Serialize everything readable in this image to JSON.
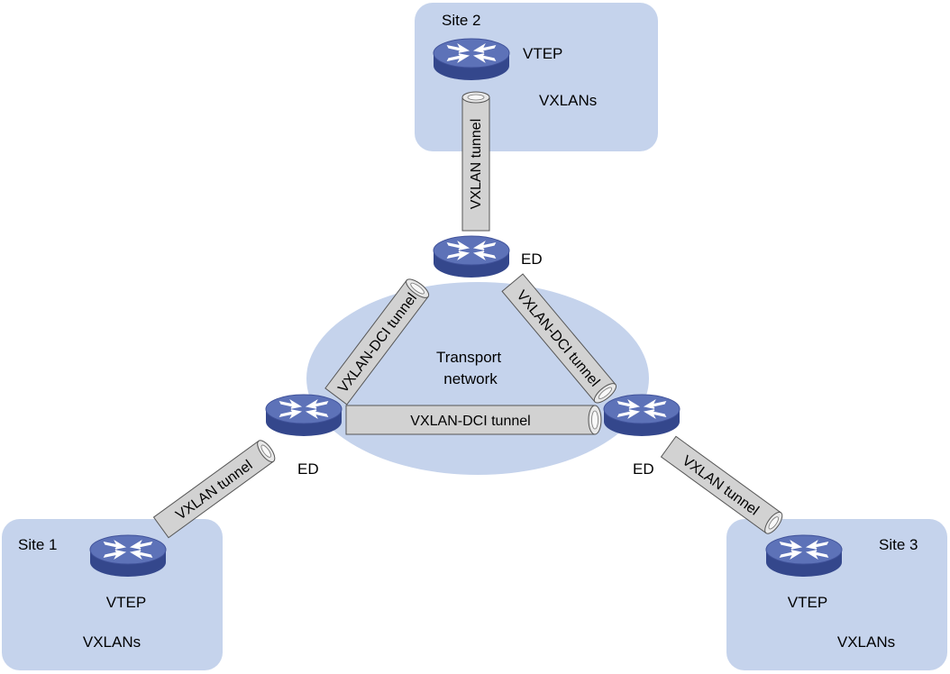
{
  "sites": {
    "site1": {
      "name": "Site 1",
      "device": "VTEP",
      "vxlans": "VXLANs"
    },
    "site2": {
      "name": "Site 2",
      "device": "VTEP",
      "vxlans": "VXLANs"
    },
    "site3": {
      "name": "Site 3",
      "device": "VTEP",
      "vxlans": "VXLANs"
    }
  },
  "transport": {
    "line1": "Transport",
    "line2": "network"
  },
  "eds": {
    "top": "ED",
    "left": "ED",
    "right": "ED"
  },
  "tunnels": {
    "site2_vxlan": "VXLAN tunnel",
    "site1_vxlan": "VXLAN tunnel",
    "site3_vxlan": "VXLAN tunnel",
    "dci_left": "VXLAN-DCI tunnel",
    "dci_right": "VXLAN-DCI tunnel",
    "dci_bottom": "VXLAN-DCI tunnel"
  },
  "colors": {
    "site_fill": "#c5d3ec",
    "device_top": "#5b70b6",
    "device_side": "#3a4d94",
    "tunnel_fill": "#d0d0d0"
  }
}
